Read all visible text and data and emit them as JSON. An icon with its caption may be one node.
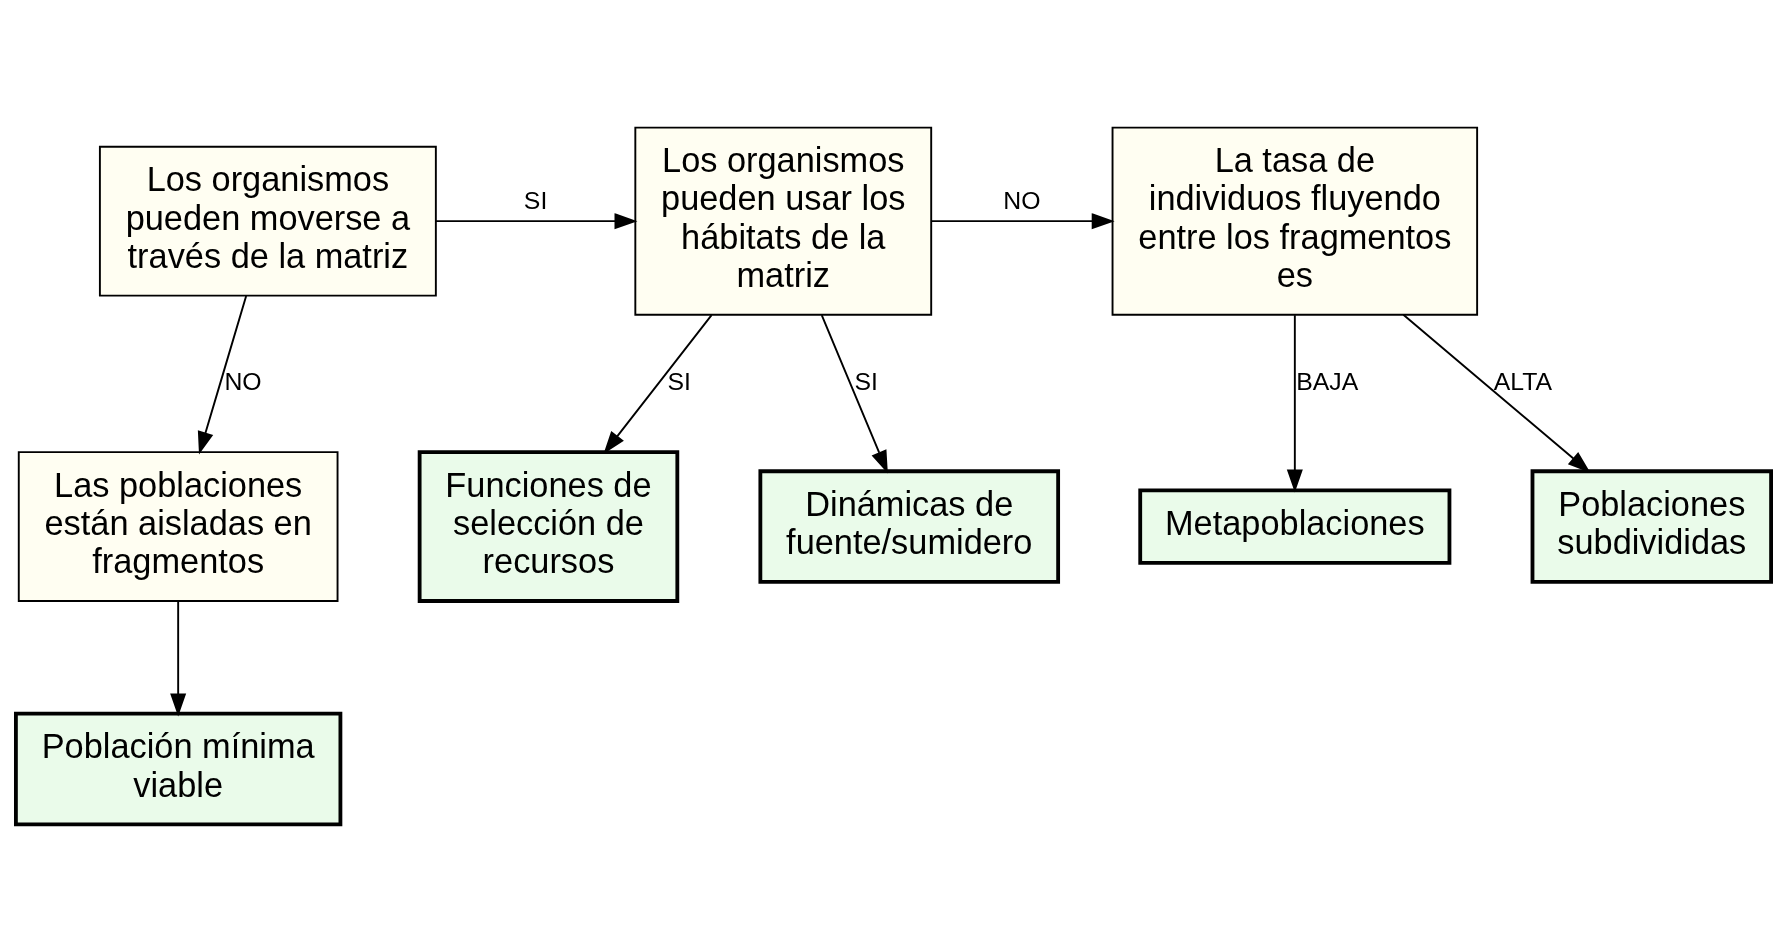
{
  "diagram": {
    "nodes": [
      {
        "text": [
          "Los organismos pueden moverse a través de la matriz"
        ]
      },
      {
        "text": [
          "Los organismos pueden usar los hábitats de la matriz"
        ]
      },
      {
        "text": [
          "La tasa de individuos fluyendo entre los fragmentos es"
        ]
      },
      {
        "text": [
          "Las poblaciones están aisladas en fragmentos"
        ]
      },
      {
        "text": [
          "Funciones de selección de recursos"
        ]
      },
      {
        "text": [
          "Dinámicas de fuente/sumidero"
        ]
      },
      {
        "text": [
          "Metapoblaciones"
        ]
      },
      {
        "text": [
          "Poblaciones subdivididas"
        ]
      },
      {
        "text": [
          "Población mínima viable"
        ]
      }
    ],
    "edges": [
      {
        "from": 0,
        "to": 1,
        "arrow": "to",
        "label": "SI"
      },
      {
        "from": 0,
        "to": 3,
        "arrow": "to",
        "label": "NO"
      },
      {
        "from": 1,
        "to": 2,
        "arrow": "to",
        "label": "NO"
      },
      {
        "from": 1,
        "to": 4,
        "arrow": "to",
        "label": "SI"
      },
      {
        "from": 1,
        "to": 5,
        "arrow": "to",
        "label": "SI"
      },
      {
        "from": 2,
        "to": 7,
        "arrow": "to",
        "label": "ALTA"
      },
      {
        "from": 2,
        "to": 6,
        "arrow": "to",
        "label": "BAJA"
      },
      {
        "from": 3,
        "to": 8,
        "arrow": "to"
      }
    ]
  }
}
